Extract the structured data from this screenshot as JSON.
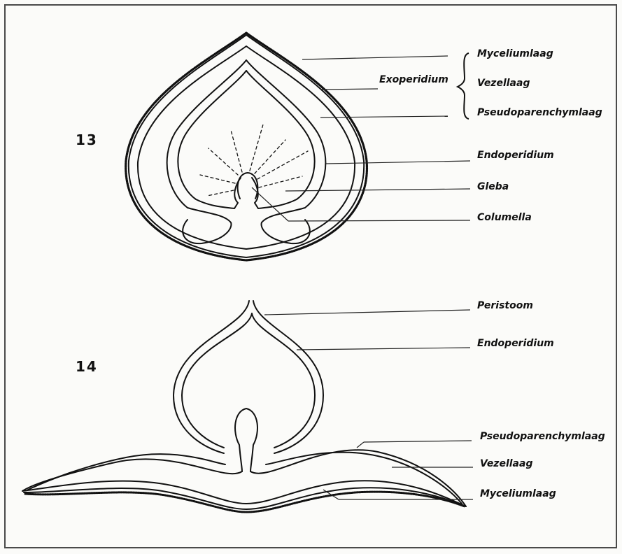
{
  "figure_13": {
    "number": "13",
    "labels": {
      "myceliumlaag": "Myceliumlaag",
      "exoperidium": "Exoperidium",
      "vezellaag": "Vezellaag",
      "pseudoparenchymlaag": "Pseudoparenchymlaag",
      "endoperidium": "Endoperidium",
      "gleba": "Gleba",
      "columella": "Columella"
    }
  },
  "figure_14": {
    "number": "14",
    "labels": {
      "peristoom": "Peristoom",
      "endoperidium": "Endoperidium",
      "pseudoparenchymlaag": "Pseudoparenchymlaag",
      "vezellaag": "Vezellaag",
      "myceliumlaag": "Myceliumlaag"
    }
  },
  "colors": {
    "ink": "#111111",
    "paper": "#fbfbf9",
    "frame": "#4a4a4a"
  }
}
